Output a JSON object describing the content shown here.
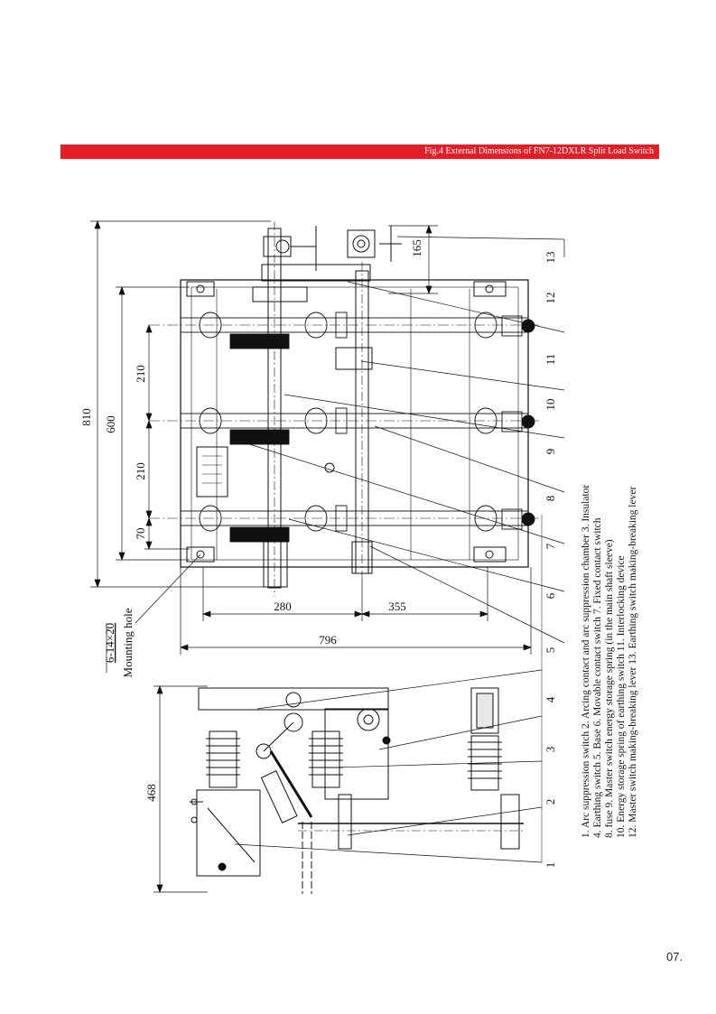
{
  "header": {
    "title": "Fig.4 External Dimensions of FN7-12DXLR Split Load Switch",
    "accent_color": "#e21e26"
  },
  "dimensions": {
    "overall_height": "810",
    "frame_height": "600",
    "top_offset": "165",
    "pitch_top": "210",
    "pitch_bottom": "210",
    "bottom_offset": "70",
    "left_span": "280",
    "right_span": "355",
    "overall_width": "796",
    "side_height": "468"
  },
  "mounting": {
    "size": "6-14×20",
    "label": "Mounting hole"
  },
  "callouts": [
    "1",
    "2",
    "3",
    "4",
    "5",
    "6",
    "7",
    "8",
    "9",
    "10",
    "11",
    "12",
    "13"
  ],
  "legend": [
    "1. Arc suppression switch  2. Arcing contact and arc suppression chamber   3. Insulator",
    "4. Earthing switch   5. Base    6. Movable contact switch    7. Fixed contact switch",
    "8. fuse   9. Master switch energy storage spring (in the main shaft sleeve)",
    "10. Energy storage spring of earthing switch   11. Interlocking device",
    "12. Master switch making-breaking lever   13. Earthing switch making-breaking lever"
  ],
  "page_number": "07."
}
